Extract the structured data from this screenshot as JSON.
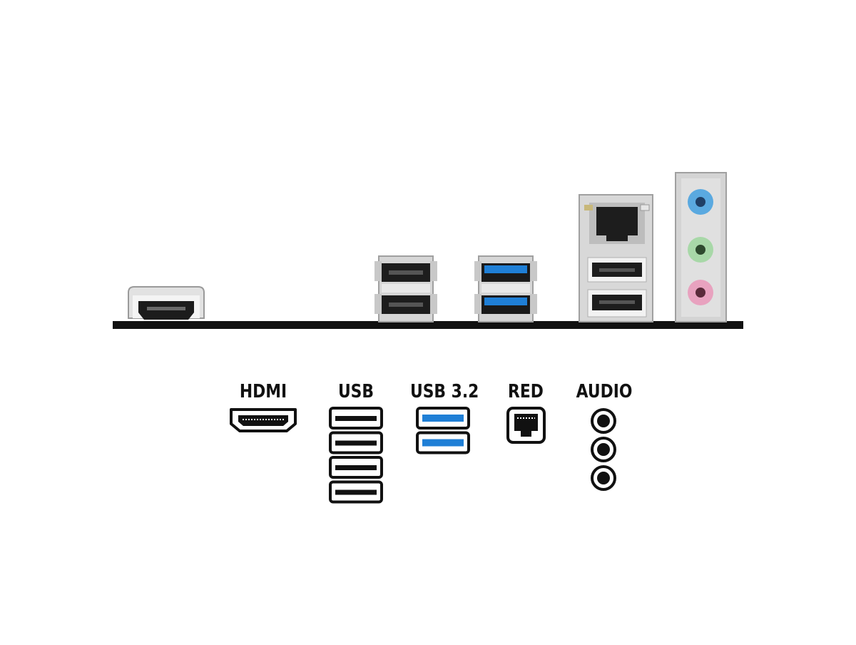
{
  "colors": {
    "background": "#ffffff",
    "panel_bar": "#111111",
    "metal": "#d4d4d4",
    "metal_dark": "#a9a9a9",
    "port_black": "#1b1b1b",
    "usb3_blue": "#1f7fd6",
    "audio_blue": "#5aa9e0",
    "audio_green": "#a8d8a8",
    "audio_pink": "#e8a2bf",
    "icon_stroke": "#111111"
  },
  "legend": {
    "hdmi": "HDMI",
    "usb": "USB",
    "usb32": "USB 3.2",
    "red": "RED",
    "audio": "AUDIO"
  },
  "icons": {
    "hdmi": "hdmi-port-icon",
    "usb": "usb-port-icon",
    "usb32": "usb3-port-icon",
    "red": "ethernet-port-icon",
    "audio": "audio-jack-icon"
  },
  "legend_counts": {
    "usb": 4,
    "usb32": 2,
    "audio": 3
  }
}
